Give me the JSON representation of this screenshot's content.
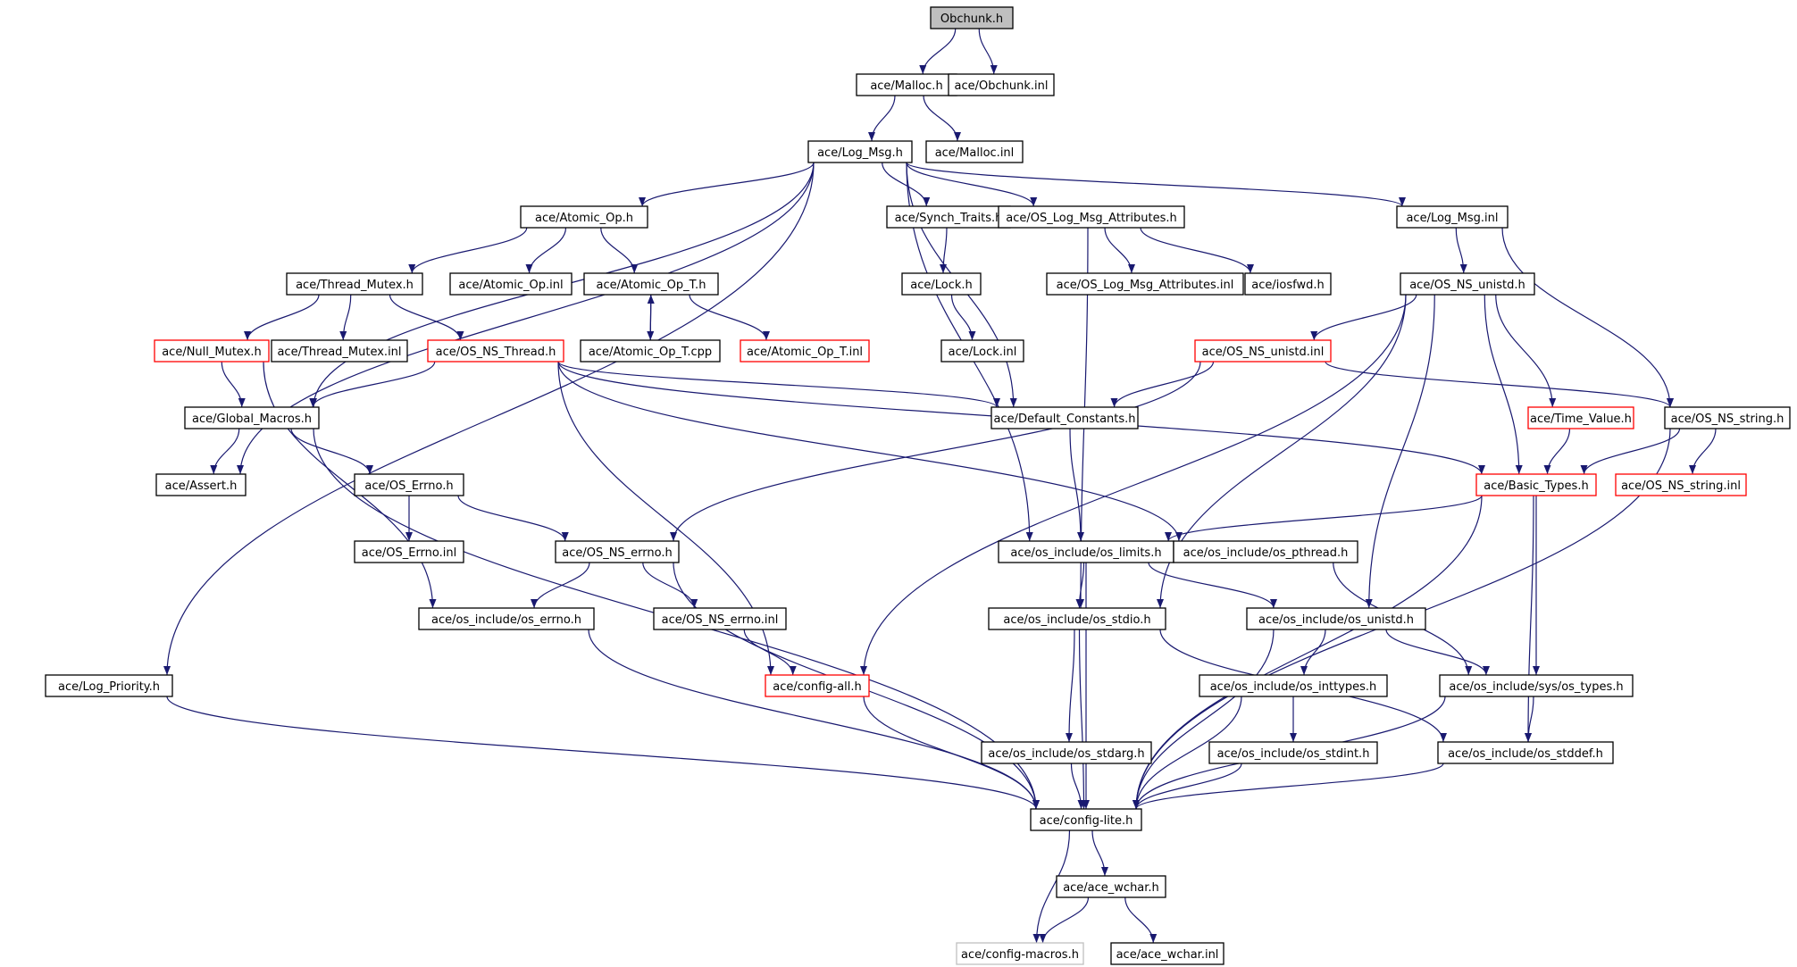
{
  "graph": {
    "edge_color": "#191970",
    "root_fill": "#bfbfbf",
    "nodes": [
      {
        "id": "obchunk_h",
        "label": "Obchunk.h",
        "style": "root"
      },
      {
        "id": "malloc_h",
        "label": "ace/Malloc.h",
        "style": "normal"
      },
      {
        "id": "obchunk_inl",
        "label": "ace/Obchunk.inl",
        "style": "normal"
      },
      {
        "id": "log_msg_h",
        "label": "ace/Log_Msg.h",
        "style": "normal"
      },
      {
        "id": "malloc_inl",
        "label": "ace/Malloc.inl",
        "style": "normal"
      },
      {
        "id": "atomic_op_h",
        "label": "ace/Atomic_Op.h",
        "style": "normal"
      },
      {
        "id": "synch_traits_h",
        "label": "ace/Synch_Traits.h",
        "style": "normal"
      },
      {
        "id": "os_log_msg_attr_h",
        "label": "ace/OS_Log_Msg_Attributes.h",
        "style": "normal"
      },
      {
        "id": "log_msg_inl",
        "label": "ace/Log_Msg.inl",
        "style": "normal"
      },
      {
        "id": "thread_mutex_h",
        "label": "ace/Thread_Mutex.h",
        "style": "normal"
      },
      {
        "id": "atomic_op_inl",
        "label": "ace/Atomic_Op.inl",
        "style": "normal"
      },
      {
        "id": "atomic_op_t_h",
        "label": "ace/Atomic_Op_T.h",
        "style": "normal"
      },
      {
        "id": "lock_h",
        "label": "ace/Lock.h",
        "style": "normal"
      },
      {
        "id": "os_log_msg_attr_inl",
        "label": "ace/OS_Log_Msg_Attributes.inl",
        "style": "normal"
      },
      {
        "id": "iosfwd_h",
        "label": "ace/iosfwd.h",
        "style": "normal"
      },
      {
        "id": "os_ns_unistd_h",
        "label": "ace/OS_NS_unistd.h",
        "style": "normal"
      },
      {
        "id": "null_mutex_h",
        "label": "ace/Null_Mutex.h",
        "style": "red"
      },
      {
        "id": "thread_mutex_inl",
        "label": "ace/Thread_Mutex.inl",
        "style": "normal"
      },
      {
        "id": "os_ns_thread_h",
        "label": "ace/OS_NS_Thread.h",
        "style": "red"
      },
      {
        "id": "atomic_op_t_cpp",
        "label": "ace/Atomic_Op_T.cpp",
        "style": "normal"
      },
      {
        "id": "atomic_op_t_inl",
        "label": "ace/Atomic_Op_T.inl",
        "style": "red"
      },
      {
        "id": "lock_inl",
        "label": "ace/Lock.inl",
        "style": "normal"
      },
      {
        "id": "os_ns_unistd_inl",
        "label": "ace/OS_NS_unistd.inl",
        "style": "red"
      },
      {
        "id": "global_macros_h",
        "label": "ace/Global_Macros.h",
        "style": "normal"
      },
      {
        "id": "default_constants_h",
        "label": "ace/Default_Constants.h",
        "style": "normal"
      },
      {
        "id": "time_value_h",
        "label": "ace/Time_Value.h",
        "style": "red"
      },
      {
        "id": "os_ns_string_h",
        "label": "ace/OS_NS_string.h",
        "style": "normal"
      },
      {
        "id": "assert_h",
        "label": "ace/Assert.h",
        "style": "normal"
      },
      {
        "id": "os_errno_h",
        "label": "ace/OS_Errno.h",
        "style": "normal"
      },
      {
        "id": "basic_types_h",
        "label": "ace/Basic_Types.h",
        "style": "red"
      },
      {
        "id": "os_ns_string_inl",
        "label": "ace/OS_NS_string.inl",
        "style": "red"
      },
      {
        "id": "os_errno_inl",
        "label": "ace/OS_Errno.inl",
        "style": "normal"
      },
      {
        "id": "os_ns_errno_h",
        "label": "ace/OS_NS_errno.h",
        "style": "normal"
      },
      {
        "id": "os_limits_h",
        "label": "ace/os_include/os_limits.h",
        "style": "normal"
      },
      {
        "id": "os_pthread_h",
        "label": "ace/os_include/os_pthread.h",
        "style": "normal"
      },
      {
        "id": "os_errno_inc_h",
        "label": "ace/os_include/os_errno.h",
        "style": "normal"
      },
      {
        "id": "os_ns_errno_inl",
        "label": "ace/OS_NS_errno.inl",
        "style": "normal"
      },
      {
        "id": "os_stdio_h",
        "label": "ace/os_include/os_stdio.h",
        "style": "normal"
      },
      {
        "id": "os_unistd_inc_h",
        "label": "ace/os_include/os_unistd.h",
        "style": "normal"
      },
      {
        "id": "log_priority_h",
        "label": "ace/Log_Priority.h",
        "style": "normal"
      },
      {
        "id": "config_all_h",
        "label": "ace/config-all.h",
        "style": "red"
      },
      {
        "id": "os_inttypes_h",
        "label": "ace/os_include/os_inttypes.h",
        "style": "normal"
      },
      {
        "id": "os_types_h",
        "label": "ace/os_include/sys/os_types.h",
        "style": "normal"
      },
      {
        "id": "os_stdarg_h",
        "label": "ace/os_include/os_stdarg.h",
        "style": "normal"
      },
      {
        "id": "os_stdint_h",
        "label": "ace/os_include/os_stdint.h",
        "style": "normal"
      },
      {
        "id": "os_stddef_h",
        "label": "ace/os_include/os_stddef.h",
        "style": "normal"
      },
      {
        "id": "config_lite_h",
        "label": "ace/config-lite.h",
        "style": "normal"
      },
      {
        "id": "ace_wchar_h",
        "label": "ace/ace_wchar.h",
        "style": "normal"
      },
      {
        "id": "config_macros_h",
        "label": "ace/config-macros.h",
        "style": "grey"
      },
      {
        "id": "ace_wchar_inl",
        "label": "ace/ace_wchar.inl",
        "style": "normal"
      }
    ],
    "edges": [
      [
        "obchunk_h",
        "malloc_h"
      ],
      [
        "obchunk_h",
        "obchunk_inl"
      ],
      [
        "malloc_h",
        "log_msg_h"
      ],
      [
        "malloc_h",
        "malloc_inl"
      ],
      [
        "log_msg_h",
        "atomic_op_h"
      ],
      [
        "log_msg_h",
        "synch_traits_h"
      ],
      [
        "log_msg_h",
        "os_log_msg_attr_h"
      ],
      [
        "log_msg_h",
        "log_msg_inl"
      ],
      [
        "log_msg_h",
        "global_macros_h"
      ],
      [
        "log_msg_h",
        "assert_h"
      ],
      [
        "log_msg_h",
        "log_priority_h"
      ],
      [
        "log_msg_h",
        "default_constants_h"
      ],
      [
        "log_msg_h",
        "os_limits_h"
      ],
      [
        "atomic_op_h",
        "thread_mutex_h"
      ],
      [
        "atomic_op_h",
        "atomic_op_inl"
      ],
      [
        "atomic_op_h",
        "atomic_op_t_h"
      ],
      [
        "thread_mutex_h",
        "null_mutex_h"
      ],
      [
        "thread_mutex_h",
        "thread_mutex_inl"
      ],
      [
        "thread_mutex_h",
        "os_ns_thread_h"
      ],
      [
        "atomic_op_t_h",
        "atomic_op_t_cpp"
      ],
      [
        "atomic_op_t_cpp",
        "atomic_op_t_h"
      ],
      [
        "atomic_op_t_h",
        "atomic_op_t_inl"
      ],
      [
        "synch_traits_h",
        "lock_h"
      ],
      [
        "lock_h",
        "lock_inl"
      ],
      [
        "os_log_msg_attr_h",
        "os_log_msg_attr_inl"
      ],
      [
        "os_log_msg_attr_h",
        "iosfwd_h"
      ],
      [
        "os_log_msg_attr_h",
        "os_stdio_h"
      ],
      [
        "log_msg_inl",
        "os_ns_unistd_h"
      ],
      [
        "log_msg_inl",
        "os_ns_string_h"
      ],
      [
        "os_ns_unistd_h",
        "os_ns_unistd_inl"
      ],
      [
        "os_ns_unistd_h",
        "time_value_h"
      ],
      [
        "os_ns_unistd_h",
        "basic_types_h"
      ],
      [
        "os_ns_unistd_h",
        "os_unistd_inc_h"
      ],
      [
        "os_ns_unistd_h",
        "os_stdio_h"
      ],
      [
        "os_ns_unistd_h",
        "config_all_h"
      ],
      [
        "os_ns_unistd_inl",
        "default_constants_h"
      ],
      [
        "os_ns_unistd_inl",
        "os_ns_string_h"
      ],
      [
        "os_ns_unistd_inl",
        "os_ns_errno_h"
      ],
      [
        "null_mutex_h",
        "global_macros_h"
      ],
      [
        "null_mutex_h",
        "os_errno_inc_h"
      ],
      [
        "os_ns_thread_h",
        "global_macros_h"
      ],
      [
        "os_ns_thread_h",
        "default_constants_h"
      ],
      [
        "os_ns_thread_h",
        "basic_types_h"
      ],
      [
        "os_ns_thread_h",
        "os_pthread_h"
      ],
      [
        "os_ns_thread_h",
        "config_all_h"
      ],
      [
        "global_macros_h",
        "assert_h"
      ],
      [
        "global_macros_h",
        "os_errno_h"
      ],
      [
        "global_macros_h",
        "config_lite_h"
      ],
      [
        "os_errno_h",
        "os_errno_inl"
      ],
      [
        "os_errno_h",
        "os_ns_errno_h"
      ],
      [
        "os_ns_errno_h",
        "os_errno_inc_h"
      ],
      [
        "os_ns_errno_h",
        "os_ns_errno_inl"
      ],
      [
        "os_ns_errno_h",
        "config_lite_h"
      ],
      [
        "os_ns_errno_inl",
        "config_all_h"
      ],
      [
        "os_errno_inc_h",
        "config_lite_h"
      ],
      [
        "config_all_h",
        "config_lite_h"
      ],
      [
        "default_constants_h",
        "os_limits_h"
      ],
      [
        "time_value_h",
        "basic_types_h"
      ],
      [
        "os_ns_string_h",
        "basic_types_h"
      ],
      [
        "os_ns_string_h",
        "os_ns_string_inl"
      ],
      [
        "os_ns_string_h",
        "config_lite_h"
      ],
      [
        "basic_types_h",
        "os_limits_h"
      ],
      [
        "basic_types_h",
        "os_types_h"
      ],
      [
        "basic_types_h",
        "os_stddef_h"
      ],
      [
        "basic_types_h",
        "config_lite_h"
      ],
      [
        "os_limits_h",
        "os_stdio_h"
      ],
      [
        "os_limits_h",
        "os_unistd_inc_h"
      ],
      [
        "os_limits_h",
        "config_lite_h"
      ],
      [
        "os_pthread_h",
        "os_types_h"
      ],
      [
        "os_stdio_h",
        "os_stdarg_h"
      ],
      [
        "os_stdio_h",
        "os_stddef_h"
      ],
      [
        "os_stdio_h",
        "config_lite_h"
      ],
      [
        "os_unistd_inc_h",
        "os_inttypes_h"
      ],
      [
        "os_unistd_inc_h",
        "os_types_h"
      ],
      [
        "os_unistd_inc_h",
        "config_lite_h"
      ],
      [
        "os_inttypes_h",
        "os_stdint_h"
      ],
      [
        "os_inttypes_h",
        "config_lite_h"
      ],
      [
        "os_types_h",
        "os_stddef_h"
      ],
      [
        "os_types_h",
        "config_lite_h"
      ],
      [
        "os_stdarg_h",
        "config_lite_h"
      ],
      [
        "os_stdint_h",
        "config_lite_h"
      ],
      [
        "os_stddef_h",
        "config_lite_h"
      ],
      [
        "log_priority_h",
        "config_lite_h"
      ],
      [
        "config_lite_h",
        "ace_wchar_h"
      ],
      [
        "config_lite_h",
        "config_macros_h"
      ],
      [
        "ace_wchar_h",
        "config_macros_h"
      ],
      [
        "ace_wchar_h",
        "ace_wchar_inl"
      ]
    ]
  }
}
